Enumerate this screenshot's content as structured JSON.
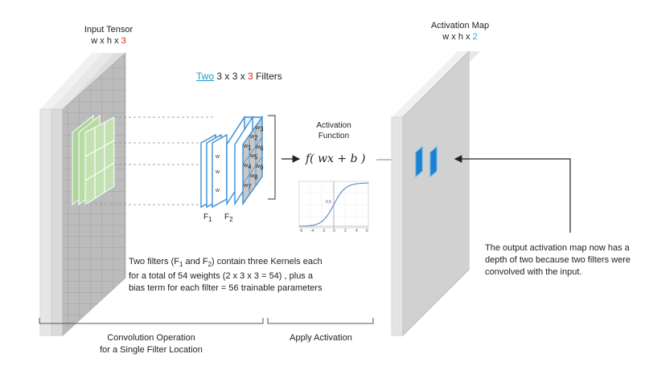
{
  "input_tensor": {
    "title": "Input Tensor",
    "dims_prefix": "w x h x ",
    "dims_depth": "3",
    "depth_color": "#e02020"
  },
  "filters_caption": {
    "count_word": "Two",
    "dims_prefix": " 3 x 3 x ",
    "dims_depth": "3",
    "suffix": " Filters",
    "count_color": "#1a9ad0"
  },
  "filter_labels": {
    "f1": "F",
    "f1_sub": "1",
    "f2": "F",
    "f2_sub": "2",
    "weight_symbol": "w",
    "weight_subscripts": [
      "1",
      "2",
      "3",
      "4",
      "5",
      "6",
      "7",
      "8",
      "9"
    ]
  },
  "activation_function": {
    "title_line1": "Activation",
    "title_line2": "Function",
    "formula": "f( wx + b )",
    "plot_y_tick": "0.5",
    "plot_x_ticks": [
      "-6",
      "-4",
      "-2",
      "0",
      "2",
      "4",
      "6"
    ],
    "curve_color": "#6a8fc8"
  },
  "activation_map": {
    "title": "Activation Map",
    "dims_prefix": "w x h x ",
    "dims_depth": "2",
    "depth_color": "#2aa6d8",
    "filter_color": "#1f7fd0"
  },
  "parameters_note": {
    "line1_a": "Two filters (F",
    "line1_sub1": "1",
    "line1_b": " and F",
    "line1_sub2": "2",
    "line1_c": ") contain three Kernels each",
    "line2": "for a total of 54 weights  (2 x 3 x 3 = 54) , plus a",
    "line3": "bias term for each filter = 56 trainable parameters"
  },
  "output_note": {
    "line1": "The output activation map now has a",
    "line2": "depth of two because two filters were",
    "line3": "convolved with the input."
  },
  "bottom_labels": {
    "convolution_line1": "Convolution Operation",
    "convolution_line2": "for a Single Filter Location",
    "apply": "Apply Activation"
  },
  "colors": {
    "slab_light": "#e3e3e3",
    "slab_dark": "#a9a9a9",
    "kernel_green": "#bfe0ad",
    "filter_blue": "#3b8fd4",
    "filter_grey": "#c8c8c8"
  }
}
